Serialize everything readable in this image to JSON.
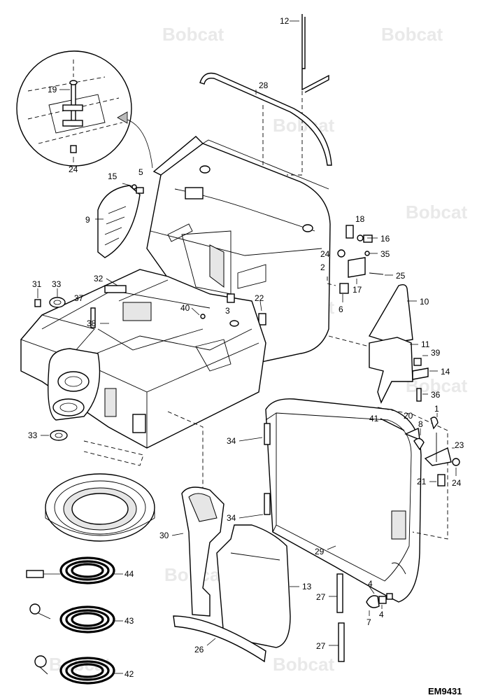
{
  "diagram": {
    "code": "EM9431",
    "watermark": "Bobcat"
  },
  "callouts": [
    {
      "id": "c12",
      "label": "12"
    },
    {
      "id": "c28",
      "label": "28"
    },
    {
      "id": "c19",
      "label": "19"
    },
    {
      "id": "c24a",
      "label": "24"
    },
    {
      "id": "c15",
      "label": "15"
    },
    {
      "id": "c5",
      "label": "5"
    },
    {
      "id": "c9",
      "label": "9"
    },
    {
      "id": "c18",
      "label": "18"
    },
    {
      "id": "c16",
      "label": "16"
    },
    {
      "id": "c24b",
      "label": "24"
    },
    {
      "id": "c35",
      "label": "35"
    },
    {
      "id": "c2",
      "label": "2"
    },
    {
      "id": "c25",
      "label": "25"
    },
    {
      "id": "c17",
      "label": "17"
    },
    {
      "id": "c6",
      "label": "6"
    },
    {
      "id": "c10",
      "label": "10"
    },
    {
      "id": "c31",
      "label": "31"
    },
    {
      "id": "c33a",
      "label": "33"
    },
    {
      "id": "c32",
      "label": "32"
    },
    {
      "id": "c37",
      "label": "37"
    },
    {
      "id": "c38",
      "label": "38"
    },
    {
      "id": "c40",
      "label": "40"
    },
    {
      "id": "c3",
      "label": "3"
    },
    {
      "id": "c22",
      "label": "22"
    },
    {
      "id": "c11",
      "label": "11"
    },
    {
      "id": "c39",
      "label": "39"
    },
    {
      "id": "c14",
      "label": "14"
    },
    {
      "id": "c36",
      "label": "36"
    },
    {
      "id": "c33b",
      "label": "33"
    },
    {
      "id": "c34a",
      "label": "34"
    },
    {
      "id": "c41",
      "label": "41"
    },
    {
      "id": "c20",
      "label": "20"
    },
    {
      "id": "c8",
      "label": "8"
    },
    {
      "id": "c1",
      "label": "1"
    },
    {
      "id": "c23",
      "label": "23"
    },
    {
      "id": "c21",
      "label": "21"
    },
    {
      "id": "c24c",
      "label": "24"
    },
    {
      "id": "c34b",
      "label": "34"
    },
    {
      "id": "c30",
      "label": "30"
    },
    {
      "id": "c29",
      "label": "29"
    },
    {
      "id": "c44",
      "label": "44"
    },
    {
      "id": "c13",
      "label": "13"
    },
    {
      "id": "c4a",
      "label": "4"
    },
    {
      "id": "c27a",
      "label": "27"
    },
    {
      "id": "c43",
      "label": "43"
    },
    {
      "id": "c7",
      "label": "7"
    },
    {
      "id": "c4b",
      "label": "4"
    },
    {
      "id": "c27b",
      "label": "27"
    },
    {
      "id": "c26",
      "label": "26"
    },
    {
      "id": "c42",
      "label": "42"
    }
  ]
}
